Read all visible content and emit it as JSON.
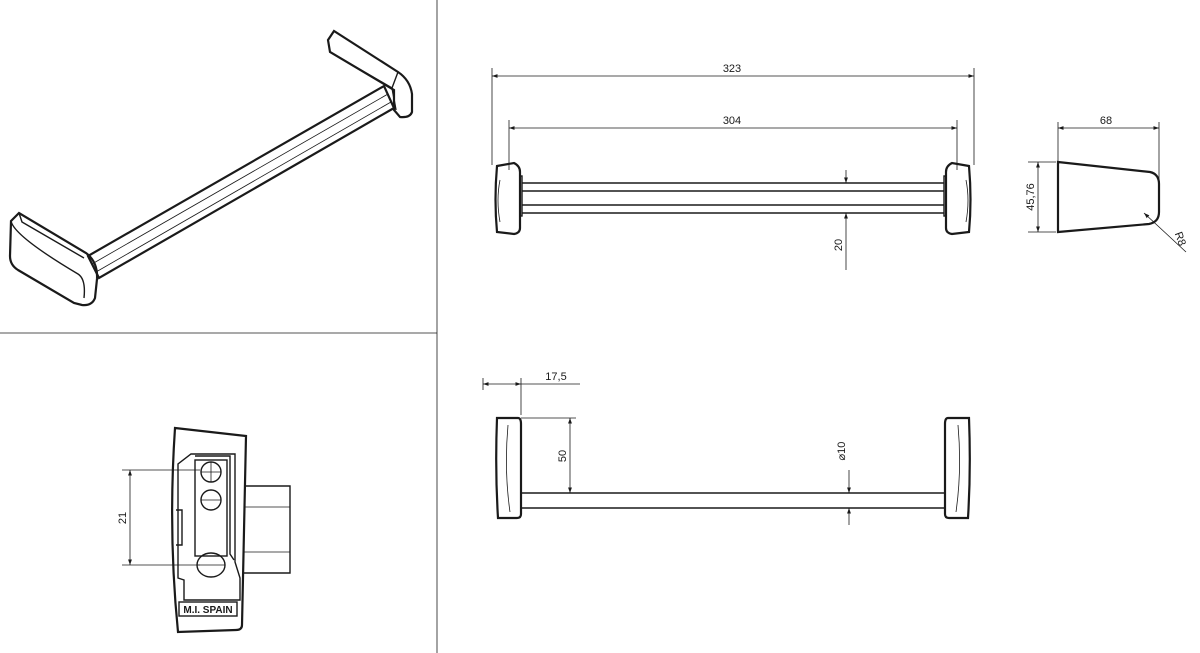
{
  "dimensions": {
    "overall_length": "323",
    "inner_length": "304",
    "bar_offset": "20",
    "bracket_depth": "68",
    "bracket_height": "45,76",
    "corner_radius": "R8",
    "bracket_thickness": "17,5",
    "bar_height": "50",
    "bar_diameter": "10",
    "mount_spacing": "21"
  },
  "marking": "M.I. SPAIN",
  "colors": {
    "line": "#1a1a1a",
    "background": "#ffffff"
  }
}
